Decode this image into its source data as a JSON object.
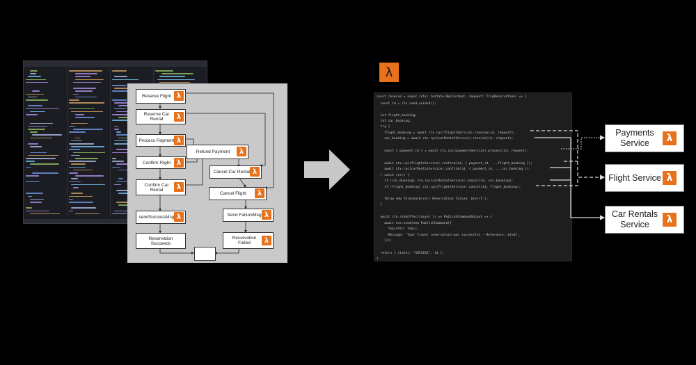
{
  "icons": {
    "lambda_glyph": "λ",
    "lambda_color": "#e8711c"
  },
  "step_function": {
    "states": {
      "reserve_flight": "Reserve Flight",
      "reserve_car": "Reserve Car Rental",
      "process_payment": "Process Payment",
      "confirm_flight": "Confirm Flight",
      "confirm_car": "Confirm Car Rental",
      "send_success": "sendSuccessMsg",
      "reservation_succeeds": "Reservation Succeeds",
      "refund_payment": "Refund Payment",
      "cancel_car": "Cancel Car Rental",
      "cancel_flight": "Cancel Flight",
      "send_failure": "Send FailureMsg",
      "reservation_fails": "Reservation Failed"
    }
  },
  "code": {
    "lines": [
      "const reserve = async (ctx: restate.RpcContext, request: TripReservation) => {",
      "  const id = ctx.rand.uuidv4();",
      "",
      "  let flight_booking;",
      "  let car_booking;",
      "  try {",
      "    flight_booking = await ctx.rpc(flightsService).reserve(id, request);",
      "    car_booking = await ctx.rpc(carRentalService).reserve(id, request);",
      "",
      "    const { payment_id } = await ctx.rpc(paymentsService).process(id, request);",
      "",
      "    await ctx.rpc(flightsService).confirm(id, { payment_id, ...flight_booking });",
      "    await ctx.rpc(carRentalService).confirm(id, { payment_id, ...car_booking });",
      "  } catch (err) {",
      "    if (car_booking) ctx.rpc(carRentalService).cancel(id, car_booking);",
      "    if (flight_booking) ctx.rpc(flightsService).cancel(id, flight_booking);",
      "",
      "    throw new TerminalError(`Reservation failed: ${err}`);",
      "  }",
      "",
      "  await ctx.sideEffect(async () => PublishCommandOutput => {",
      "    await sns.send(new PublishCommand({",
      "      TopicArn: topic,",
      "      Message: `Your travel reservation was successful - Reference: ${id}`,",
      "    }));",
      "",
      "  return { status: \"SUCCESS\", id };",
      "}"
    ]
  },
  "services": {
    "payments": "Payments Service",
    "flight": "Flight Service",
    "car_rentals": "Car Rentals Service"
  }
}
